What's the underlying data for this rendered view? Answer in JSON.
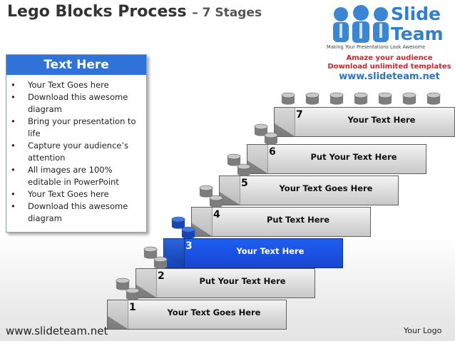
{
  "slide": {
    "title_main": "Lego Blocks Process",
    "title_sub": "– 7 Stages"
  },
  "logo": {
    "word1": "Slide",
    "word2": "Team",
    "tagline": "Making Your Presentations Look Awesome",
    "promo_line1": "Amaze your audience",
    "promo_line2": "Download unlimited templates",
    "promo_url": "www.slideteam.net"
  },
  "panel": {
    "heading": "Text Here",
    "bullet_char": "•",
    "bullets": [
      "Your Text Goes here",
      "Download this awesome diagram",
      "Bring your presentation to life",
      "Capture your audience’s attention",
      "All images are 100% editable in PowerPoint",
      "Your Text Goes here",
      "Download this awesome diagram"
    ]
  },
  "stages": [
    {
      "number": "1",
      "label": "Your Text Goes Here"
    },
    {
      "number": "2",
      "label": "Put Your Text Here"
    },
    {
      "number": "3",
      "label": "Your Text Here",
      "highlighted": true
    },
    {
      "number": "4",
      "label": "Put Text Here"
    },
    {
      "number": "5",
      "label": "Your Text Goes Here"
    },
    {
      "number": "6",
      "label": "Put Your Text Here"
    },
    {
      "number": "7",
      "label": "Your Text Here"
    }
  ],
  "colors": {
    "accent_blue": "#1a55d6",
    "panel_header": "#2f73d8",
    "brick_gray": "#d9d9d9",
    "logo_blue": "#2f7fcf",
    "promo_red": "#d9232a"
  },
  "footer": {
    "url": "www.slideteam.net",
    "logo_text": "Your Logo"
  }
}
